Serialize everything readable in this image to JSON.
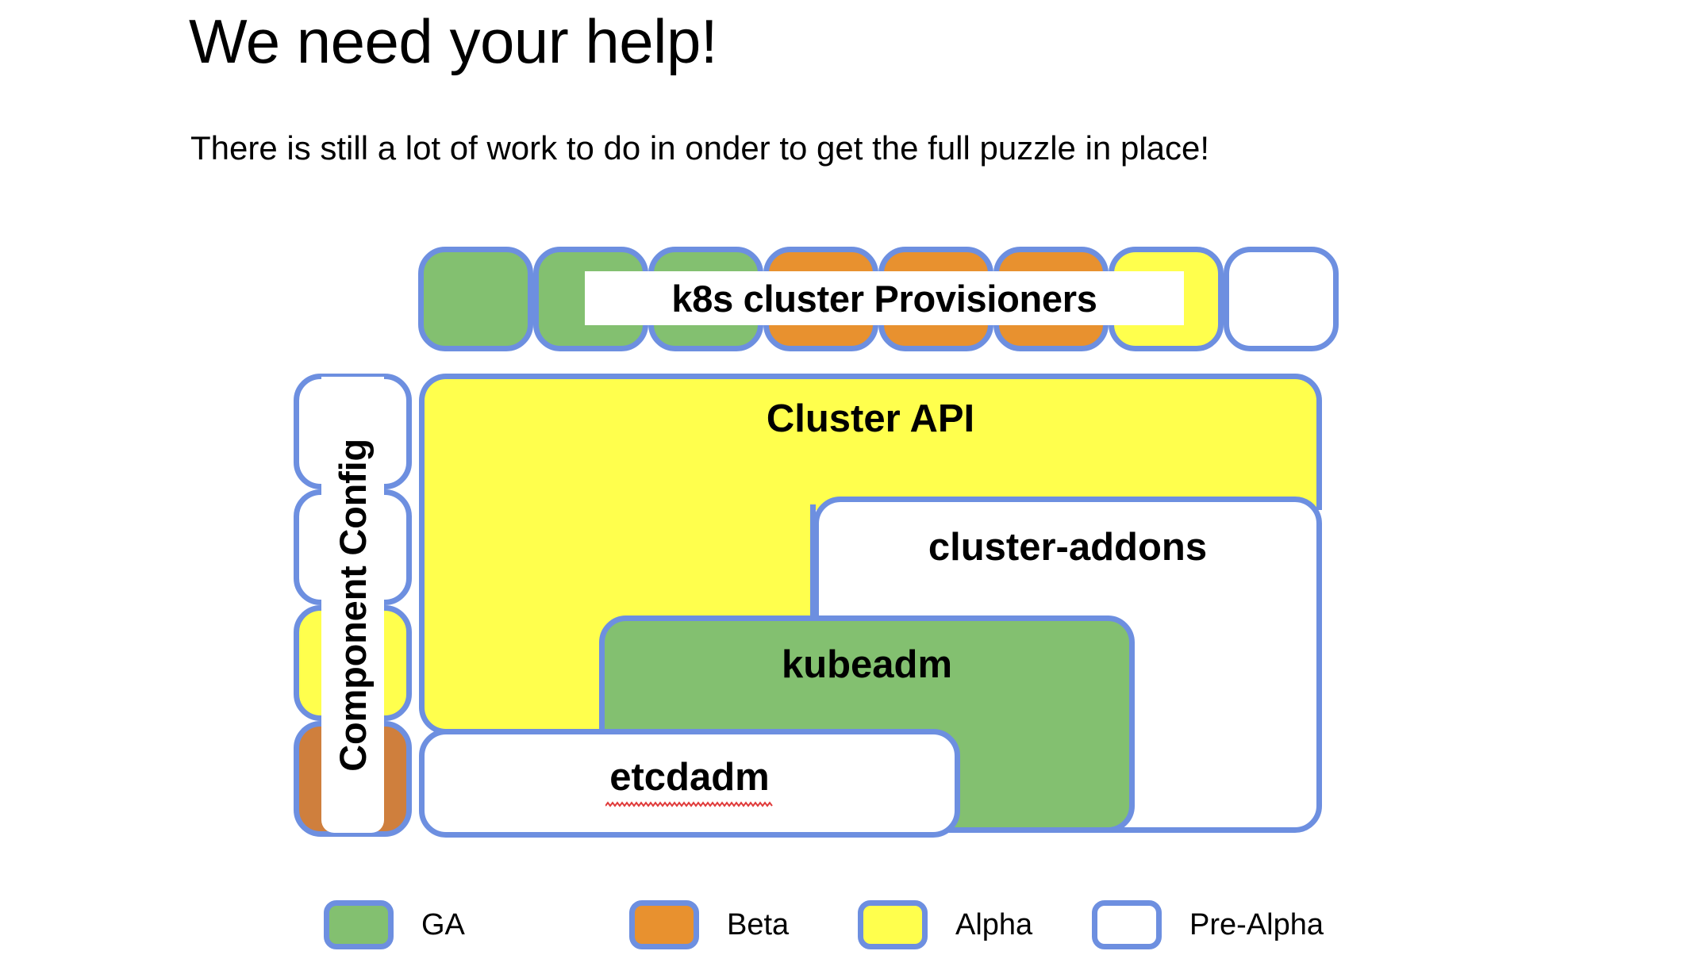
{
  "slide": {
    "title": "We need your help!",
    "subtitle": "There is still a lot of work to do in onder to get the full puzzle in place!"
  },
  "colors": {
    "border": "#6d8fe0",
    "ga": "#83c070",
    "beta": "#e8912f",
    "beta_dark": "#cf7f3d",
    "alpha": "#ffff4d",
    "pre_alpha": "#ffffff",
    "spellcheck_squiggle": "#e03b3b"
  },
  "provisioners": {
    "label": "k8s cluster Provisioners",
    "cells": [
      {
        "status": "GA"
      },
      {
        "status": "GA"
      },
      {
        "status": "GA"
      },
      {
        "status": "Beta"
      },
      {
        "status": "Beta"
      },
      {
        "status": "Beta"
      },
      {
        "status": "Alpha"
      },
      {
        "status": "Pre-Alpha"
      }
    ]
  },
  "component_config": {
    "label": "Component Config",
    "cells": [
      {
        "status": "Pre-Alpha"
      },
      {
        "status": "Pre-Alpha"
      },
      {
        "status": "Alpha"
      },
      {
        "status": "Beta"
      }
    ]
  },
  "blocks": [
    {
      "label": "Cluster API",
      "status": "Alpha"
    },
    {
      "label": "cluster-addons",
      "status": "Pre-Alpha"
    },
    {
      "label": "kubeadm",
      "status": "GA"
    },
    {
      "label": "etcdadm",
      "status": "Pre-Alpha",
      "spellcheck_underline": true
    }
  ],
  "legend": {
    "items": [
      {
        "label": "GA",
        "status": "ga"
      },
      {
        "label": "Beta",
        "status": "beta"
      },
      {
        "label": "Alpha",
        "status": "alpha"
      },
      {
        "label": "Pre-Alpha",
        "status": "prealpha"
      }
    ]
  }
}
